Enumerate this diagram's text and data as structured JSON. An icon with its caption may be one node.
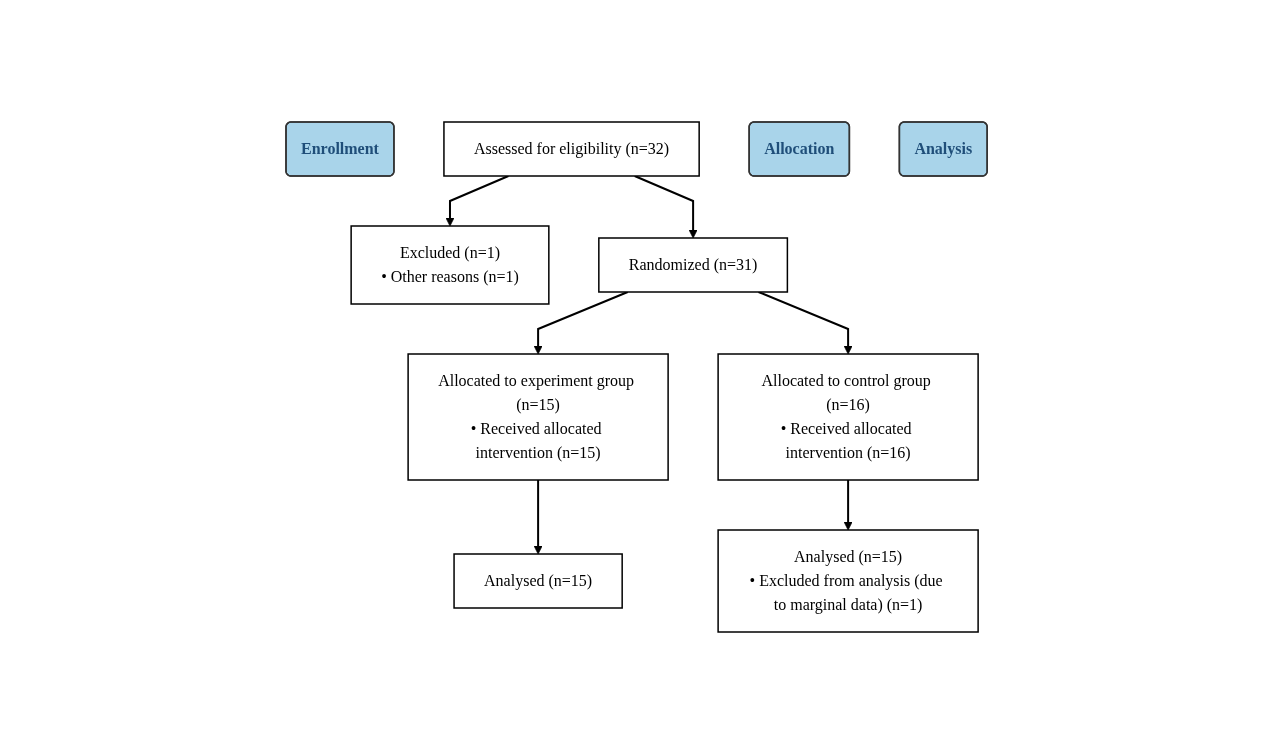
{
  "diagram": {
    "nodes": [
      {
        "text": [
          "Enrollment"
        ]
      },
      {
        "text": [
          "Assessed for eligibility (n=32)"
        ]
      },
      {
        "text": [
          "Excluded (n=1)",
          "• Other reasons (n=1)"
        ]
      },
      {
        "text": [
          "Randomized (n=31)"
        ]
      },
      {
        "text": [
          "Allocation"
        ]
      },
      {
        "text": [
          "Allocated to experiment group (n=15)",
          "• Received allocated intervention (n=15)"
        ]
      },
      {
        "text": [
          "Allocated to control group (n=16)",
          "• Received allocated intervention (n=16)"
        ]
      },
      {
        "text": [
          "Analysis"
        ]
      },
      {
        "text": [
          "Analysed (n=15)"
        ]
      },
      {
        "text": [
          "Analysed (n=15)",
          "• Excluded from analysis (due to marginal data) (n=1)"
        ]
      }
    ],
    "edges": [
      {
        "from": 1,
        "to": 3,
        "arrow": "to"
      },
      {
        "from": 1,
        "to": 2,
        "arrow": "to"
      },
      {
        "from": 3,
        "to": 5,
        "arrow": "to"
      },
      {
        "from": 3,
        "to": 6,
        "arrow": "to"
      },
      {
        "from": 5,
        "to": 8,
        "arrow": "to"
      },
      {
        "from": 6,
        "to": 9,
        "arrow": "to"
      }
    ]
  }
}
